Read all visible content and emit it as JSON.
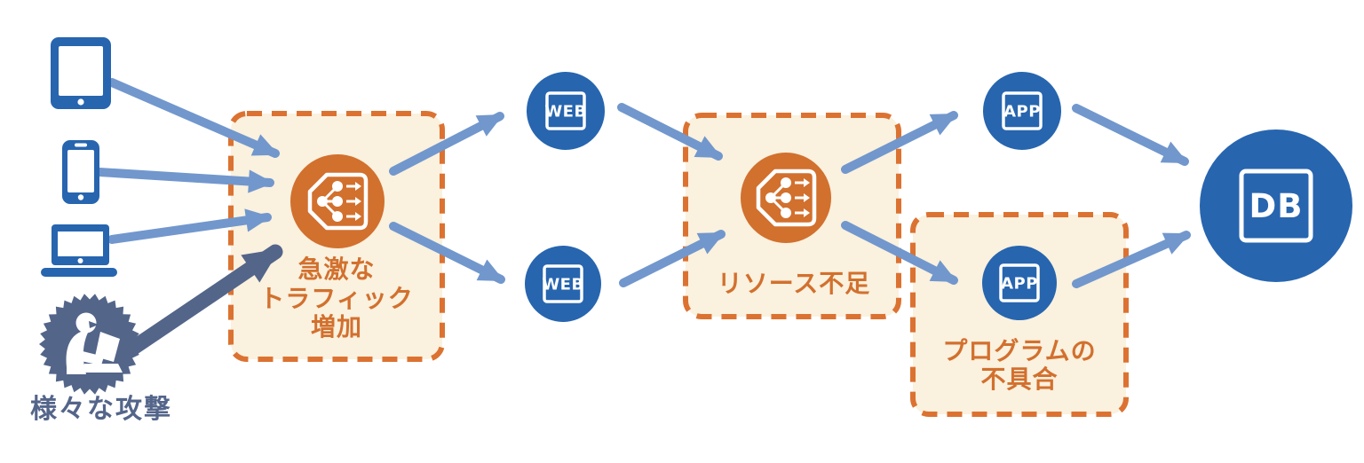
{
  "colors": {
    "node_blue": "#2765AF",
    "arrow_blue": "#7197CD",
    "attack_dark": "#54658A",
    "orange": "#D2702E",
    "box_border_orange": "#DC7231",
    "box_fill_cream": "#FAF1DE",
    "bg": "#FFFFFF"
  },
  "icons": {
    "tablet": "tablet-icon",
    "smartphone": "smartphone-icon",
    "laptop": "laptop-icon",
    "attacker": "hacker-at-laptop-icon",
    "load_balancer": "load-balancer-icon"
  },
  "attack": {
    "label": "様々な攻撃"
  },
  "stage_traffic": {
    "lines": [
      "急激な",
      "トラフィック",
      "増加"
    ]
  },
  "stage_resource": {
    "label": "リソース不足"
  },
  "stage_program": {
    "lines": [
      "プログラムの",
      "不具合"
    ]
  },
  "nodes": {
    "web_top": "WEB",
    "web_bottom": "WEB",
    "app_top": "APP",
    "app_bottom": "APP",
    "db": "DB"
  }
}
